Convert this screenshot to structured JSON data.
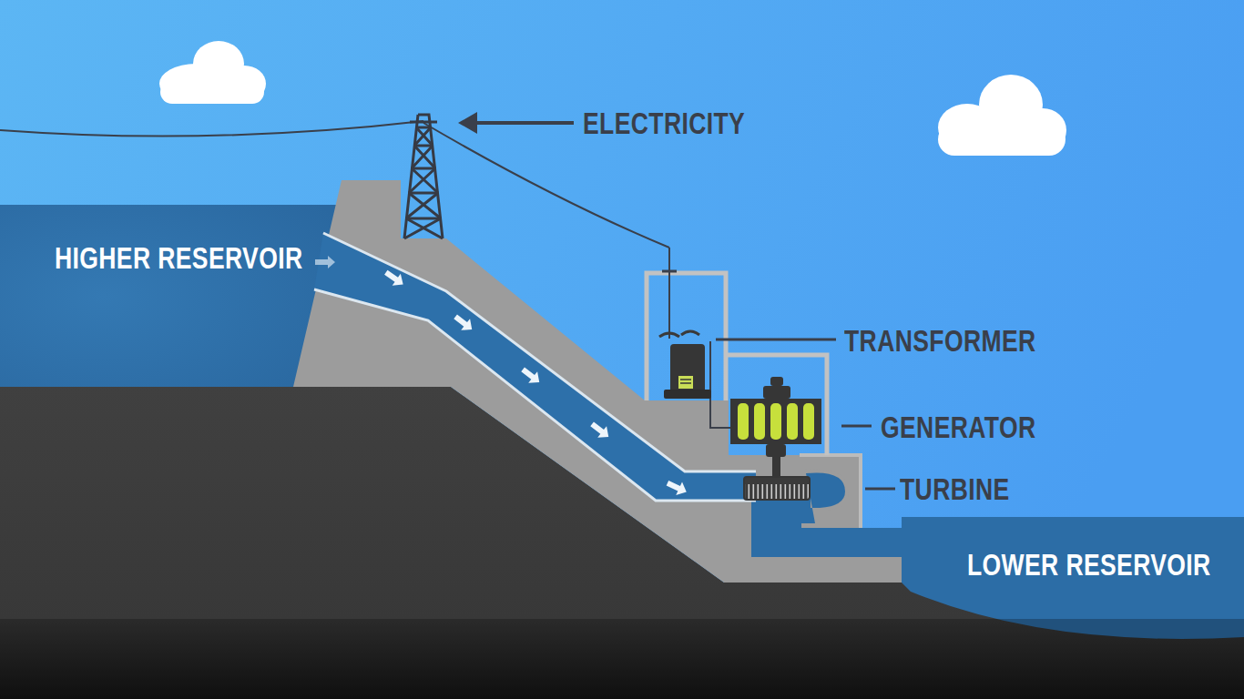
{
  "diagram": {
    "labels": [
      "ELECTRICITY",
      "HIGHER RESERVOIR",
      "TRANSFORMER",
      "GENERATOR",
      "TURBINE",
      "LOWER RESERVOIR"
    ]
  }
}
